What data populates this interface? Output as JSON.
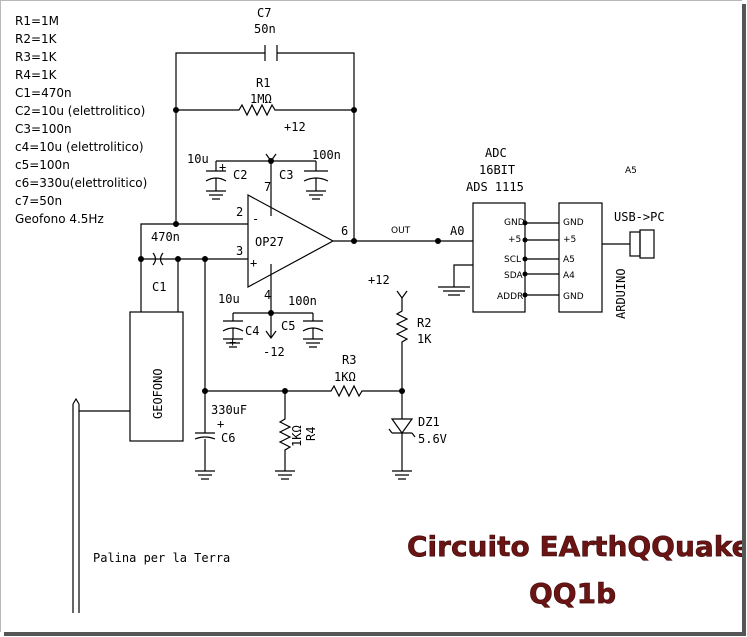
{
  "component_list": [
    "R1=1M",
    "R2=1K",
    "R3=1K",
    "R4=1K",
    "C1=470n",
    "C2=10u (elettrolitico)",
    "C3=100n",
    "c4=10u (elettrolitico)",
    "c5=100n",
    "c6=330u(elettrolitico)",
    "c7=50n",
    "Geofono 4.5Hz"
  ],
  "c7": {
    "name": "C7",
    "value": "50n"
  },
  "r1": {
    "name": "R1",
    "value": "1MΩ"
  },
  "opamp": {
    "name": "OP27",
    "pin2": "2",
    "pin3": "3",
    "pin4": "4",
    "pin6": "6",
    "pin7": "7",
    "minus": "-",
    "plus": "+"
  },
  "supply": {
    "pos": "+12",
    "neg": "-12"
  },
  "c2": {
    "name": "C2",
    "value": "10u",
    "plus": "+"
  },
  "c3": {
    "name": "C3",
    "value": "100n"
  },
  "c4": {
    "name": "C4",
    "value": "10u",
    "plus": "+"
  },
  "c5": {
    "name": "C5",
    "value": "100n"
  },
  "c1": {
    "name": "C1",
    "value": "470n"
  },
  "geofono": "GEOFONO",
  "c6": {
    "name": "C6",
    "value": "330uF",
    "plus": "+"
  },
  "r4": {
    "name": "R4",
    "value": "1KΩ"
  },
  "r3": {
    "name": "R3",
    "value": "1KΩ"
  },
  "r2": {
    "name": "R2",
    "value": "1K",
    "supply": "+12"
  },
  "dz1": {
    "name": "DZ1",
    "value": "5.6V"
  },
  "out_label": "OUT",
  "a0_label": "A0",
  "adc": {
    "line1": "ADC",
    "line2": "16BIT",
    "line3": "ADS 1115",
    "pins": [
      "GND",
      "+5",
      "SCL",
      "SDA",
      "ADDR"
    ]
  },
  "arduino": {
    "name": "ARDUINO",
    "pins": [
      "GND",
      "+5",
      "A5",
      "A4",
      "GND"
    ]
  },
  "a5_label": "A5",
  "usb_label": "USB->PC",
  "palina_label": "Palina per la Terra",
  "title_line1": "Circuito EArthQQuake",
  "title_line2": "QQ1b"
}
